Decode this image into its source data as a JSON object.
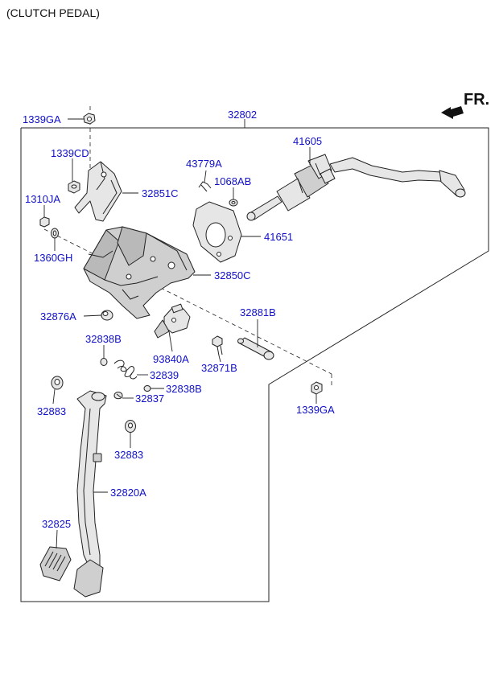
{
  "header": {
    "title": "(CLUTCH PEDAL)",
    "direction": "FR."
  },
  "parts": {
    "p1339ga_top": "1339GA",
    "p32802": "32802",
    "p1339cd": "1339CD",
    "p43779a": "43779A",
    "p41605": "41605",
    "p1068ab": "1068AB",
    "p32851c": "32851C",
    "p1310ja": "1310JA",
    "p41651": "41651",
    "p1360gh": "1360GH",
    "p32850c": "32850C",
    "p32876a": "32876A",
    "p32881b": "32881B",
    "p32838b_top": "32838B",
    "p93840a": "93840A",
    "p32871b": "32871B",
    "p32839": "32839",
    "p32838b_right": "32838B",
    "p32837": "32837",
    "p1339ga_right": "1339GA",
    "p32883_left": "32883",
    "p32883_right": "32883",
    "p32820a": "32820A",
    "p32825": "32825"
  },
  "colors": {
    "label": "#1010c8",
    "line": "#222222",
    "part_fill": "#e6e6e6"
  }
}
